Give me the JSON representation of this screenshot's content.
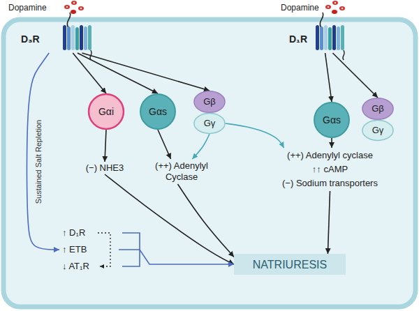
{
  "diagram": {
    "nodes": [
      {
        "text": [
          "D₃R"
        ]
      },
      {
        "text": [
          "D₁R"
        ]
      },
      {
        "text": [
          "Gαi"
        ]
      },
      {
        "text": [
          "Gαs"
        ]
      },
      {
        "text": [
          "Gβ"
        ]
      },
      {
        "text": [
          "Gγ"
        ]
      },
      {
        "text": [
          "Gαs"
        ]
      },
      {
        "text": [
          "Gβ"
        ]
      },
      {
        "text": [
          "Gγ"
        ]
      },
      {
        "text": [
          "(−) NHE3"
        ]
      },
      {
        "text": [
          "(++) Adenylyl Cyclase"
        ]
      },
      {
        "text": [
          "(++) Adenylyl cyclase",
          "↑↑ cAMP",
          "(−) Sodium transporters"
        ]
      },
      {
        "text": [
          "↑ D₁R",
          "↑ ETB",
          "↓ AT₁R"
        ]
      },
      {
        "text": [
          "NATRIURESIS"
        ]
      }
    ],
    "edges": [
      {
        "from": 0,
        "to": 2,
        "arrow": "to"
      },
      {
        "from": 0,
        "to": 3,
        "arrow": "to"
      },
      {
        "from": 0,
        "to": 4,
        "arrow": "to"
      },
      {
        "from": 0,
        "to": 12,
        "label": "Sustained Salt Repletion",
        "arrow": "to"
      },
      {
        "from": 1,
        "to": 6,
        "arrow": "to"
      },
      {
        "from": 1,
        "to": 7,
        "arrow": "to"
      },
      {
        "from": 2,
        "to": 9,
        "arrow": "to"
      },
      {
        "from": 3,
        "to": 10,
        "arrow": "to"
      },
      {
        "from": 5,
        "to": 10,
        "arrow": "to"
      },
      {
        "from": 5,
        "to": 11,
        "arrow": "to"
      },
      {
        "from": 6,
        "to": 11,
        "arrow": "to"
      },
      {
        "from": 9,
        "to": 13,
        "arrow": "to"
      },
      {
        "from": 10,
        "to": 13,
        "arrow": "to"
      },
      {
        "from": 11,
        "to": 13,
        "arrow": "to"
      },
      {
        "from": 12,
        "to": 13,
        "arrow": "to"
      }
    ],
    "labels": [
      "Dopamine",
      "Dopamine"
    ]
  }
}
